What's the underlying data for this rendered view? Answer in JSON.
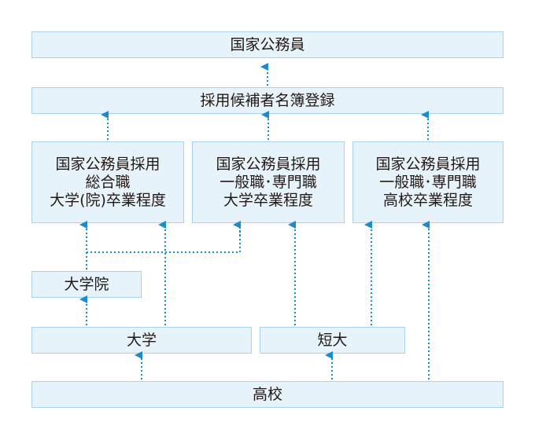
{
  "boxes": {
    "kokka_komuin": "国家公務員",
    "saiyo_meibo": "採用候補者名簿登録",
    "sogo": [
      "国家公務員採用",
      "総合職",
      "大学(院)卒業程度"
    ],
    "ippan_univ": [
      "国家公務員採用",
      "一般職･専門職",
      "大学卒業程度"
    ],
    "ippan_high": [
      "国家公務員採用",
      "一般職･専門職",
      "高校卒業程度"
    ],
    "daigakuin": "大学院",
    "daigaku": "大学",
    "tandai": "短大",
    "koko": "高校"
  },
  "colors": {
    "box_fill": "#e7f3fb",
    "box_border": "#a9d2ec",
    "arrow": "#1a8ccd"
  }
}
